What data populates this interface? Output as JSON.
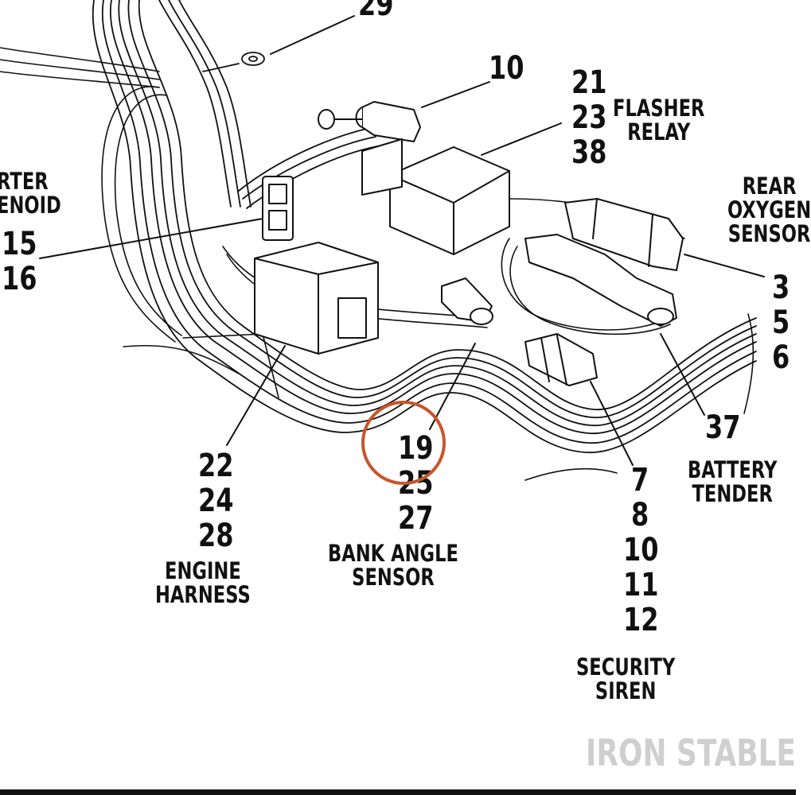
{
  "callouts": {
    "c29": "29",
    "c10_top": "10",
    "c21": "21",
    "c23": "23",
    "c38": "38",
    "c15": "15",
    "c16": "16",
    "c3": "3",
    "c5": "5",
    "c6": "6",
    "c37": "37",
    "c22": "22",
    "c24": "24",
    "c28": "28",
    "c19": "19",
    "c25": "25",
    "c27": "27",
    "c7": "7",
    "c8": "8",
    "c10_bottom": "10",
    "c11": "11",
    "c12": "12"
  },
  "labels": {
    "flasher_relay": "FLASHER\nRELAY",
    "starter_solenoid": "RTER\nENOID",
    "rear_oxygen_sensor": "REAR\nOXYGEN\nSENSOR",
    "battery_tender": "BATTERY\nTENDER",
    "engine_harness": "ENGINE\nHARNESS",
    "bank_angle_sensor": "BANK ANGLE\nSENSOR",
    "security_siren": "SECURITY\nSIREN"
  },
  "watermark": "IRON STABLE",
  "highlight_color": "#c8552b"
}
